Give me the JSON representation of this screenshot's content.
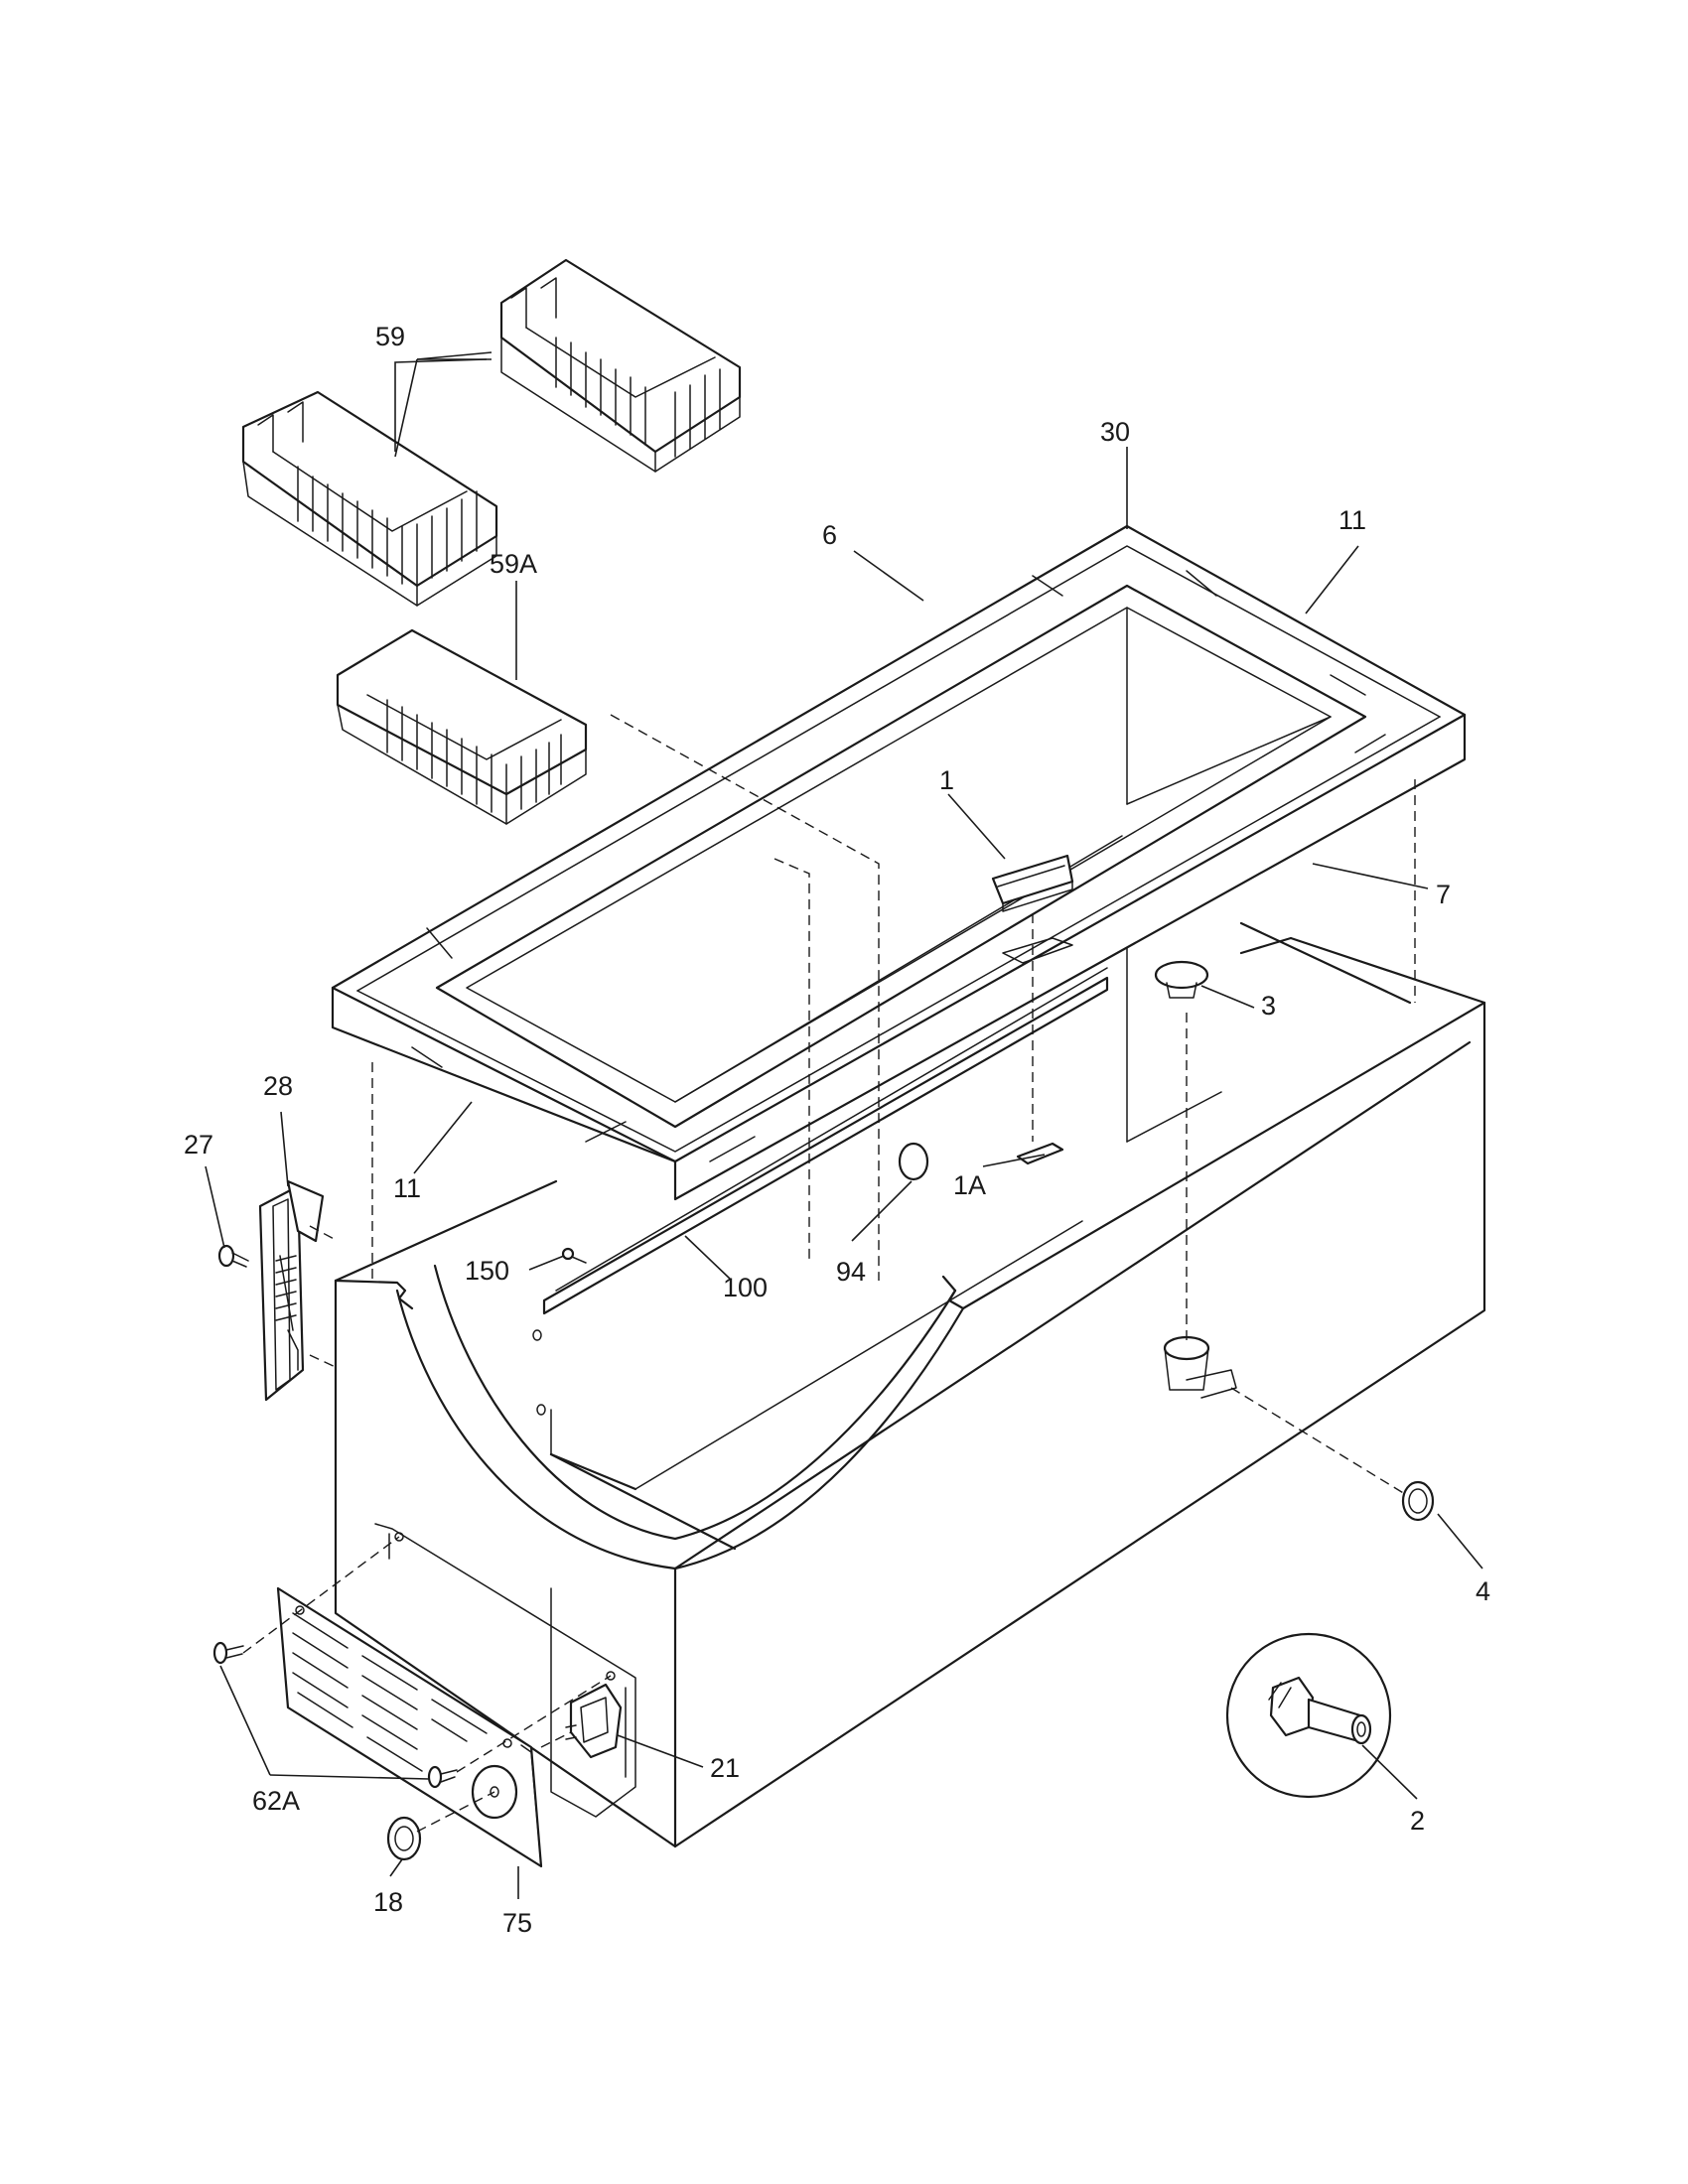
{
  "diagram": {
    "callouts": [
      {
        "id": "c-59",
        "text": "59"
      },
      {
        "id": "c-59A",
        "text": "59A"
      },
      {
        "id": "c-30",
        "text": "30"
      },
      {
        "id": "c-6",
        "text": "6"
      },
      {
        "id": "c-11-top",
        "text": "11"
      },
      {
        "id": "c-1",
        "text": "1"
      },
      {
        "id": "c-7",
        "text": "7"
      },
      {
        "id": "c-3",
        "text": "3"
      },
      {
        "id": "c-28",
        "text": "28"
      },
      {
        "id": "c-27",
        "text": "27"
      },
      {
        "id": "c-11-left",
        "text": "11"
      },
      {
        "id": "c-1A",
        "text": "1A"
      },
      {
        "id": "c-150",
        "text": "150"
      },
      {
        "id": "c-100",
        "text": "100"
      },
      {
        "id": "c-94",
        "text": "94"
      },
      {
        "id": "c-4",
        "text": "4"
      },
      {
        "id": "c-62A",
        "text": "62A"
      },
      {
        "id": "c-21",
        "text": "21"
      },
      {
        "id": "c-2",
        "text": "2"
      },
      {
        "id": "c-18",
        "text": "18"
      },
      {
        "id": "c-75",
        "text": "75"
      }
    ]
  }
}
